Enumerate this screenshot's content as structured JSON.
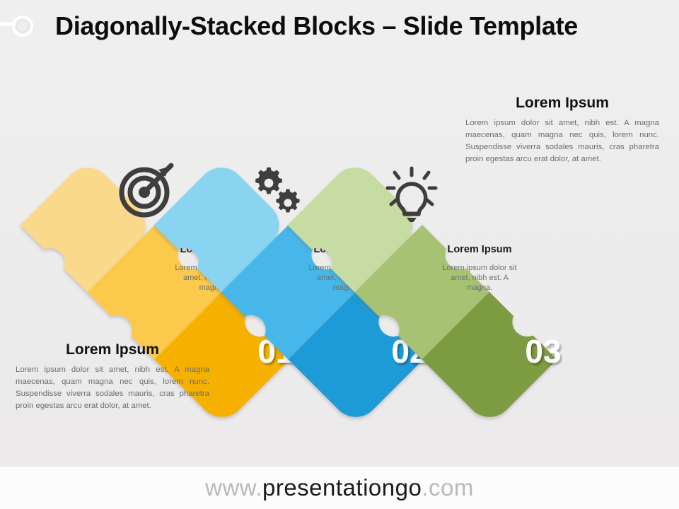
{
  "slide": {
    "title": "Diagonally-Stacked Blocks – Slide Template",
    "background_color": "#efeeee",
    "pin_icon": "paperclip-ring-icon"
  },
  "text_blocks": {
    "top_right": {
      "heading": "Lorem Ipsum",
      "body": "Lorem ipsum dolor sit amet, nibh est. A magna maecenas, quam magna nec quis, lorem nunc. Suspendisse viverra sodales mauris, cras pharetra proin egestas arcu erat dolor, at amet."
    },
    "bottom_left": {
      "heading": "Lorem Ipsum",
      "body": "Lorem ipsum dolor sit amet, nibh est. A magna maecenas, quam magna nec quis, lorem nunc. Suspendisse viverra sodales mauris, cras pharetra proin egestas arcu erat dolor, at amet."
    }
  },
  "diagram": {
    "columns": [
      {
        "id": "column-01",
        "number": "01",
        "icon": "target-arrow-icon",
        "heading": "Lorem Ipsum",
        "body": "Lorem ipsum dolor sit amet, nibh est. A magna.",
        "colors": {
          "top": "#fad98a",
          "middle": "#fbc94b",
          "bottom": "#f5b000"
        }
      },
      {
        "id": "column-02",
        "number": "02",
        "icon": "gears-icon",
        "heading": "Lorem Ipsum",
        "body": "Lorem ipsum dolor sit amet, nibh est. A magna.",
        "colors": {
          "top": "#89d4f0",
          "middle": "#46b6e8",
          "bottom": "#1a9bd7"
        }
      },
      {
        "id": "column-03",
        "number": "03",
        "icon": "lightbulb-icon",
        "heading": "Lorem Ipsum",
        "body": "Lorem ipsum dolor sit amet, nibh est. A magna.",
        "colors": {
          "top": "#c7dca2",
          "middle": "#a8c273",
          "bottom": "#7d9b3f"
        }
      }
    ],
    "label_heading_color": "#1a1a1a",
    "label_body_color": "#6f6f6f",
    "number_color": "#ffffff",
    "icon_color": "#3e3e3e",
    "separator_color": "#efeeee"
  },
  "footer": {
    "url_prefix": "www.",
    "url_main": "presentationgo",
    "url_suffix": ".com"
  }
}
